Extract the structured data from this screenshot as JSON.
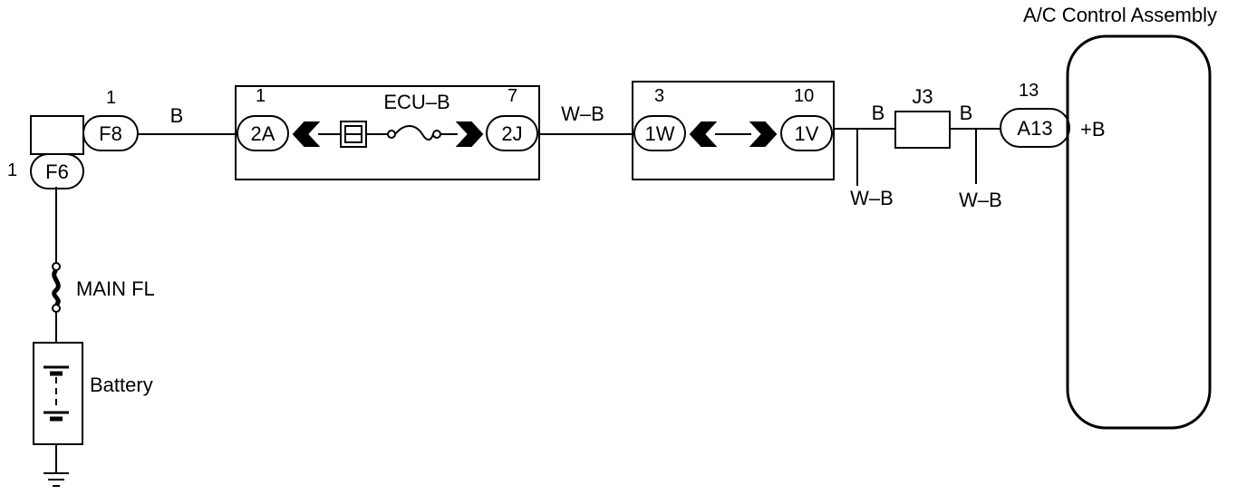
{
  "assembly": {
    "title": "A/C Control Assembly",
    "terminal": "+B"
  },
  "battery": {
    "label": "Battery"
  },
  "fusible_link": {
    "label": "MAIN FL"
  },
  "fuse": {
    "label": "ECU–B"
  },
  "junction": {
    "label": "J3"
  },
  "connectors": {
    "f6": {
      "code": "F6",
      "pin": "1"
    },
    "f8": {
      "code": "F8",
      "pin": "1"
    },
    "c2a": {
      "code": "2A",
      "pin": "1"
    },
    "c2j": {
      "code": "2J",
      "pin": "7"
    },
    "c1w": {
      "code": "1W",
      "pin": "3"
    },
    "c1v": {
      "code": "1V",
      "pin": "10"
    },
    "a13": {
      "code": "A13",
      "pin": "13"
    }
  },
  "wires": {
    "f8_to_2a": "B",
    "2j_to_1w": "W–B",
    "1v_to_j3": "B",
    "j3_to_a13": "B",
    "branch_1": "W–B",
    "branch_2": "W–B"
  },
  "colors": {
    "line": "#000000",
    "background": "#ffffff"
  }
}
